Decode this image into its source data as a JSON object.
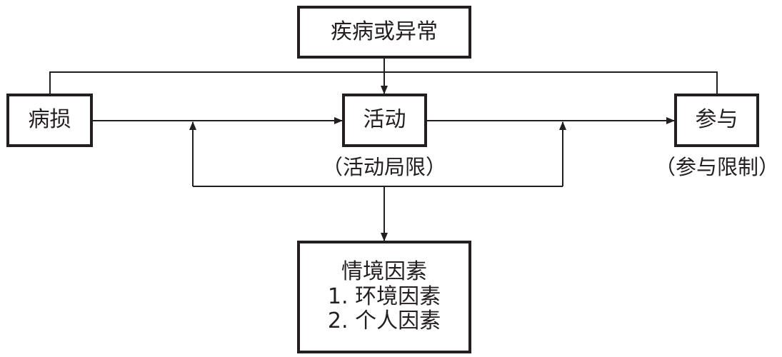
{
  "nodes": {
    "health_condition": "疾病或异常",
    "impairment": "病损",
    "activity": "活动",
    "participation": "参与",
    "context": {
      "title": "情境因素",
      "item1": "1. 环境因素",
      "item2": "2. 个人因素"
    }
  },
  "labels": {
    "activity_limitation": "（活动局限）",
    "participation_restriction": "（参与限制）"
  },
  "colors": {
    "line": "#231f20",
    "background": "#ffffff"
  }
}
